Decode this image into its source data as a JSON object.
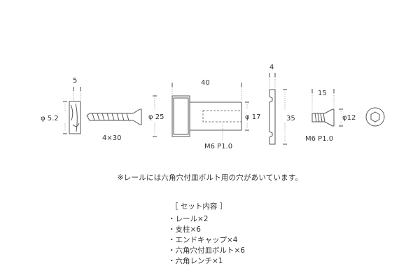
{
  "dimensions": {
    "cap_thickness": "5",
    "cap_diameter": "φ 5.2",
    "screw_size": "4×30",
    "post_diameter": "φ 25",
    "post_length": "40",
    "post_inner_diameter": "φ 17",
    "post_thread": "M6 P1.0",
    "rail_width": "4",
    "rail_height": "35",
    "bolt_length": "15",
    "bolt_head_diameter": "φ12",
    "bolt_thread": "M6 P1.0"
  },
  "note": "※レールには六角穴付皿ボルト用の穴があいています。",
  "set": {
    "title": "［ セット内容 ］",
    "items": [
      "レール×2",
      "支柱×6",
      "エンドキャップ×4",
      "六角穴付皿ボルト×6",
      "六角レンチ×1"
    ]
  }
}
